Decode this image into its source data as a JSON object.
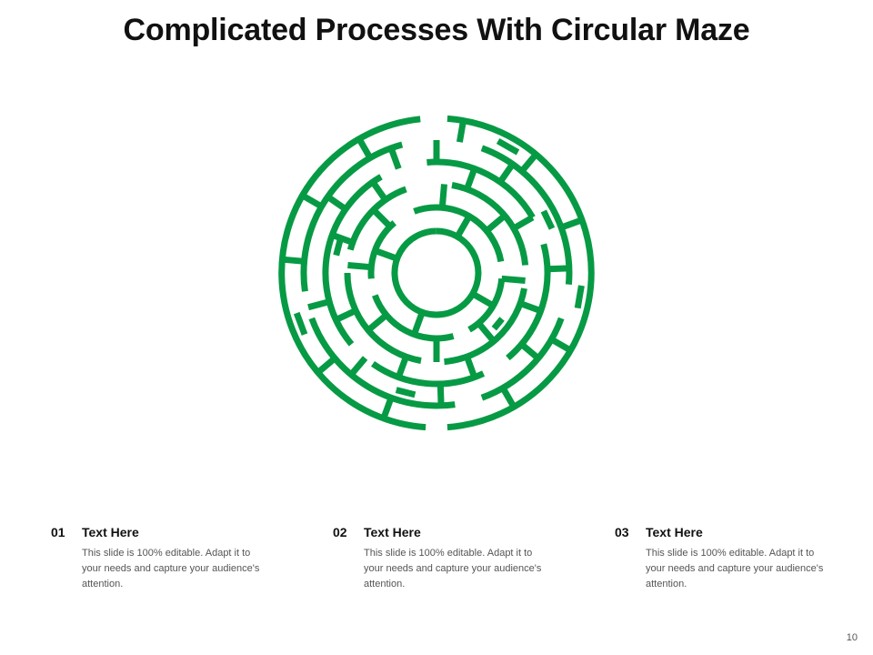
{
  "title": "Complicated Processes With Circular Maze",
  "colors": {
    "maze": "#079a44",
    "title": "#111111",
    "body_text": "#555555"
  },
  "items": [
    {
      "number": "01",
      "heading": "Text Here",
      "body": "This slide is 100% editable. Adapt it to your needs and capture your audience's attention."
    },
    {
      "number": "02",
      "heading": "Text Here",
      "body": "This slide is 100% editable. Adapt it to your needs and capture your audience's attention."
    },
    {
      "number": "03",
      "heading": "Text Here",
      "body": "This slide is 100% editable. Adapt it to your needs and capture your audience's attention."
    }
  ],
  "page_number": "10"
}
